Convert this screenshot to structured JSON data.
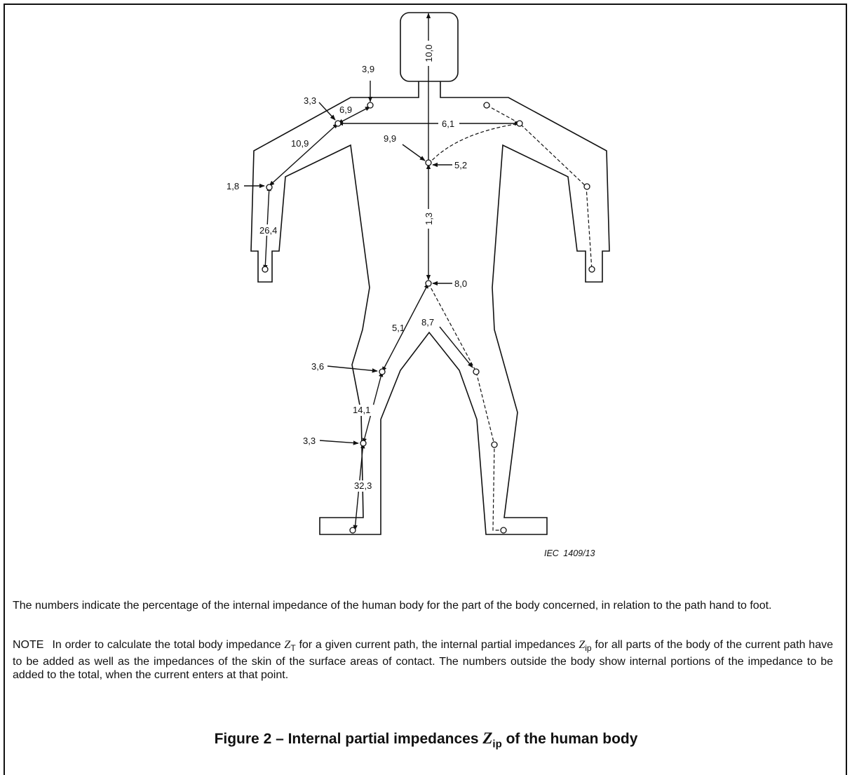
{
  "figure": {
    "number_prefix": "Figure 2 – Internal partial impedances ",
    "symbol": "Z",
    "symbol_sub": "ip",
    "suffix": " of the human body",
    "credit": "IEC 1409/13"
  },
  "labels": {
    "head": "10,0",
    "shoulder_top": "3,9",
    "shoulder_outer": "3,3",
    "shoulder_inner": "6,9",
    "shoulder_to_shoulder": "6,1",
    "shoulder_to_chest": "9,9",
    "upper_arm": "10,9",
    "chest_entry": "5,2",
    "elbow_entry": "1,8",
    "forearm": "26,4",
    "trunk": "1,3",
    "pelvis_entry": "8,0",
    "thigh_left": "5,1",
    "thigh_right": "8,7",
    "knee_entry": "3,6",
    "lower_leg": "14,1",
    "ankle_entry": "3,3",
    "foot": "32,3"
  },
  "text": {
    "paragraph": "The numbers indicate the percentage of the internal impedance of the human body for the part of the body concerned, in relation to the path hand to foot.",
    "note_label": "NOTE",
    "note_part1": "In order to calculate the total body impedance ",
    "note_sym1": "Z",
    "note_sym1_sub": "T",
    "note_part2": " for a given current path, the internal partial impedances ",
    "note_sym2": "Z",
    "note_sym2_sub": "ip",
    "note_part3": " for all parts of the body of the current path have to be added as well as the impedances of the skin of the surface areas of contact. The numbers outside the body show internal portions of the impedance to be added to the total, when the current enters at that point."
  }
}
